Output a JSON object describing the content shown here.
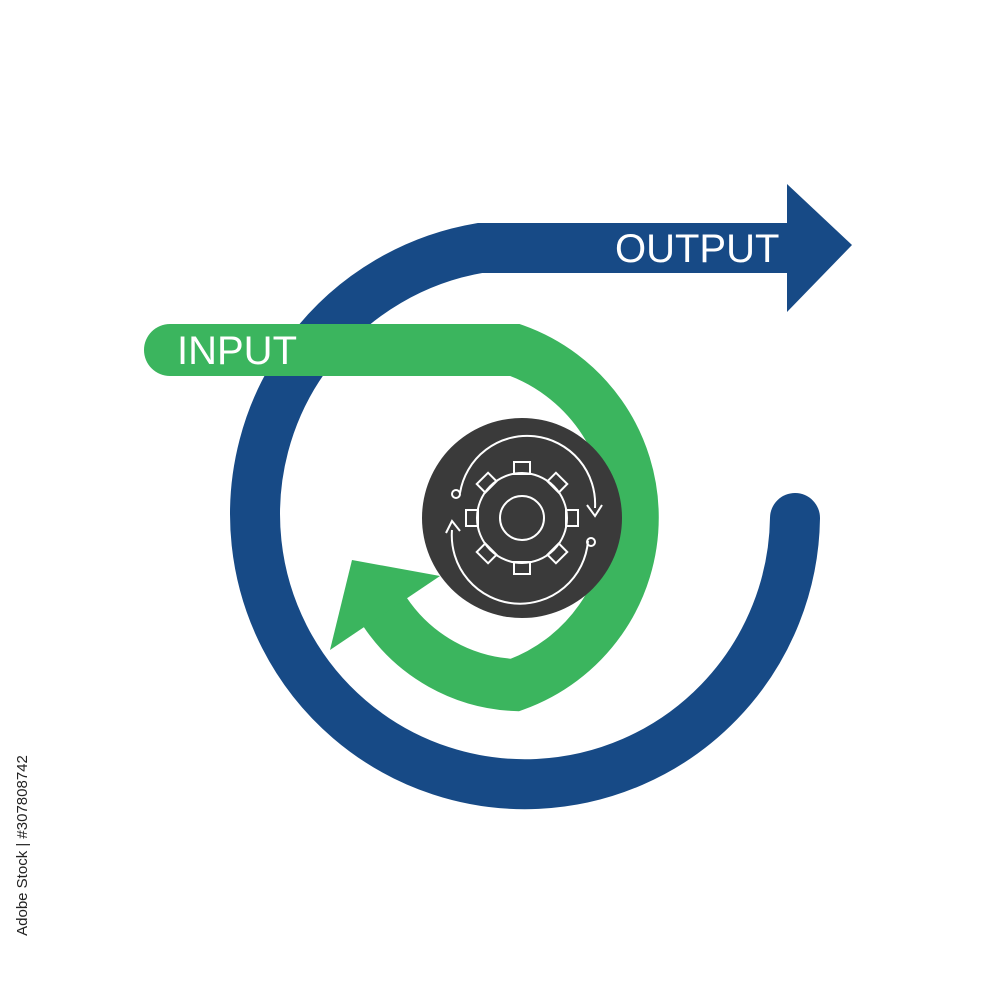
{
  "diagram": {
    "input_label": "INPUT",
    "output_label": "OUTPUT",
    "colors": {
      "output_path": "#174a86",
      "input_path": "#3bb55e",
      "core_disc": "#3a3a3a",
      "gear_line": "#ffffff",
      "background": "#ffffff"
    },
    "icons": {
      "center": "gear-cycle-icon",
      "output_arrowhead": "arrow-right-icon",
      "input_arrowhead": "arrow-up-left-icon"
    }
  },
  "watermark": {
    "text": "Adobe Stock",
    "stock_id": "Adobe Stock | #307808742"
  }
}
